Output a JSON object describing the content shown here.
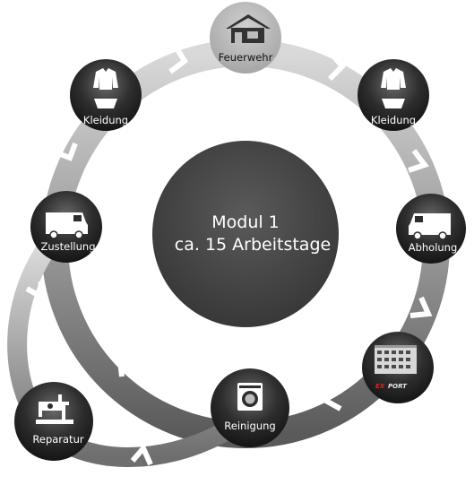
{
  "center": {
    "line1": "Modul 1",
    "line2": "ca. 15 Arbeitstage"
  },
  "nodes": {
    "feuerwehr": {
      "label": "Feuerwehr",
      "icon": "house-icon"
    },
    "kleidung_right": {
      "label": "Kleidung",
      "icon": "clothing-icon"
    },
    "abholung": {
      "label": "Abholung",
      "icon": "van-icon"
    },
    "export": {
      "label": "",
      "icon": "building-icon",
      "brand_prefix": "EX",
      "brand_suffix": "PORT"
    },
    "reinigung": {
      "label": "Reinigung",
      "icon": "washing-machine-icon"
    },
    "reparatur": {
      "label": "Reparatur",
      "icon": "sewing-machine-icon"
    },
    "zustellung": {
      "label": "Zustellung",
      "icon": "van-icon"
    },
    "kleidung_left": {
      "label": "Kleidung",
      "icon": "clothing-icon"
    }
  },
  "colors": {
    "accent_red": "#e0201c",
    "background": "#ffffff"
  }
}
